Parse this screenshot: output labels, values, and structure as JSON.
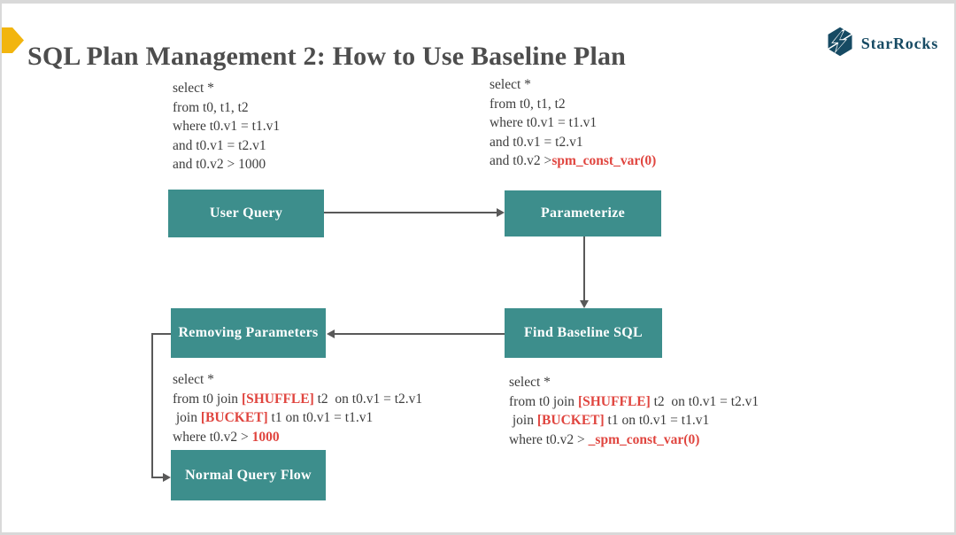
{
  "title": "SQL Plan Management 2: How to Use Baseline Plan",
  "brand": {
    "name": "StarRocks"
  },
  "colors": {
    "box": "#3d8e8c",
    "red": "#e0453f",
    "arrow": "#595959",
    "title": "#4d4d4d",
    "bullet": "#f2b50f",
    "logo": "#164a63"
  },
  "nodes": {
    "user_query": "User Query",
    "parameterize": "Parameterize",
    "find_baseline": "Find Baseline SQL",
    "removing_params": "Removing Parameters",
    "normal_flow": "Normal Query Flow"
  },
  "edges": [
    {
      "from": "user_query",
      "to": "parameterize"
    },
    {
      "from": "parameterize",
      "to": "find_baseline"
    },
    {
      "from": "find_baseline",
      "to": "removing_params"
    },
    {
      "from": "removing_params",
      "to": "normal_flow"
    }
  ],
  "code_blocks": [
    {
      "id": "user-query-sql",
      "lines": [
        [
          [
            "select *",
            0
          ]
        ],
        [
          [
            "from t0, t1, t2",
            0
          ]
        ],
        [
          [
            "where t0.v1 = t1.v1",
            0
          ]
        ],
        [
          [
            "and t0.v1 = t2.v1",
            0
          ]
        ],
        [
          [
            "and t0.v2 > 1000",
            0
          ]
        ]
      ]
    },
    {
      "id": "parameterized-sql",
      "lines": [
        [
          [
            "select *",
            0
          ]
        ],
        [
          [
            "from t0, t1, t2",
            0
          ]
        ],
        [
          [
            "where t0.v1 = t1.v1",
            0
          ]
        ],
        [
          [
            "and t0.v1 = t2.v1",
            0
          ]
        ],
        [
          [
            "and t0.v2 >",
            0
          ],
          [
            "spm_const_var(0)",
            1
          ]
        ]
      ]
    },
    {
      "id": "plan-with-constants-sql",
      "lines": [
        [
          [
            "select *",
            0
          ]
        ],
        [
          [
            "from t0 join ",
            0
          ],
          [
            "[SHUFFLE]",
            1
          ],
          [
            " t2  on t0.v1 = t2.v1",
            0
          ]
        ],
        [
          [
            " join ",
            0
          ],
          [
            "[BUCKET]",
            1
          ],
          [
            " t1 on t0.v1 = t1.v1",
            0
          ]
        ],
        [
          [
            "where t0.v2 > ",
            0
          ],
          [
            "1000",
            1
          ]
        ]
      ]
    },
    {
      "id": "baseline-plan-sql",
      "lines": [
        [
          [
            "select *",
            0
          ]
        ],
        [
          [
            "from t0 join ",
            0
          ],
          [
            "[SHUFFLE]",
            1
          ],
          [
            " t2  on t0.v1 = t2.v1",
            0
          ]
        ],
        [
          [
            " join ",
            0
          ],
          [
            "[BUCKET]",
            1
          ],
          [
            " t1 on t0.v1 = t1.v1",
            0
          ]
        ],
        [
          [
            "where t0.v2 > ",
            0
          ],
          [
            "_spm_const_var(0)",
            1
          ]
        ]
      ]
    }
  ]
}
